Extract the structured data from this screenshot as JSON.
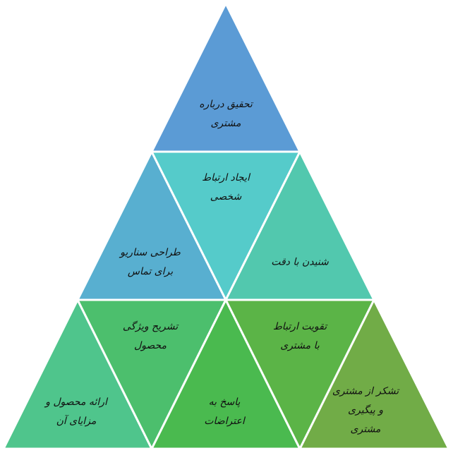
{
  "colors": {
    "t1": "#5b9bd5",
    "t2": "#58afd0",
    "t3": "#55cbca",
    "t4": "#52c8ae",
    "t5": "#4fc58c",
    "t6": "#4cbf6d",
    "t7": "#4aba4f",
    "t8": "#5bb447",
    "t9": "#71ac47",
    "stroke": "#ffffff"
  },
  "segments": [
    {
      "lines": [
        "تحقیق درباره",
        "مشتری"
      ]
    },
    {
      "lines": [
        "طراحی سناریو",
        "برای تماس"
      ]
    },
    {
      "lines": [
        "ایجاد ارتباط",
        "شخصی"
      ]
    },
    {
      "lines": [
        "شنیدن با دقت"
      ]
    },
    {
      "lines": [
        "ارائه محصول و",
        "مزایای آن"
      ]
    },
    {
      "lines": [
        "تشریح ویژگی",
        "محصول"
      ]
    },
    {
      "lines": [
        "پاسخ به",
        "اعتراضات"
      ]
    },
    {
      "lines": [
        "تقویت ارتباط",
        "با مشتری"
      ]
    },
    {
      "lines": [
        "تشکر از مشتری",
        "و پیگیری",
        "مشتری"
      ]
    }
  ]
}
